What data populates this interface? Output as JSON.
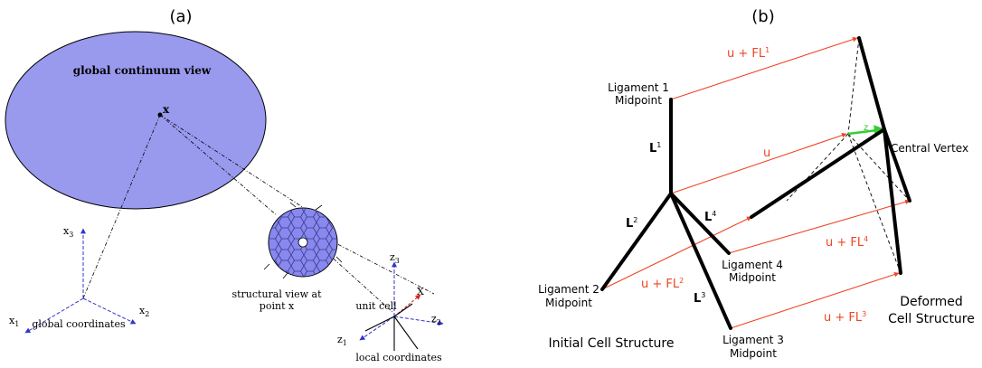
{
  "panel_a": {
    "label": "(a)",
    "continuum_label": "global continuum view",
    "point_label": "x",
    "axes_global": {
      "x1": "x",
      "x1_sub": "1",
      "x2": "x",
      "x2_sub": "2",
      "x3": "x",
      "x3_sub": "3"
    },
    "global_coords_label": "global coordinates",
    "structural_view_line1": "structural view at",
    "structural_view_line2": "point x",
    "unit_cell_label": "unit cell",
    "axes_local": {
      "X": "X",
      "z1": "z",
      "z1_sub": "1",
      "z2": "z",
      "z2_sub": "2",
      "z3": "z",
      "z3_sub": "3"
    },
    "local_coords_label": "local coordinates",
    "colors": {
      "ellipse": "#9999ee",
      "axis": "#3333cc",
      "accent": "#dd2222"
    }
  },
  "panel_b": {
    "label": "(b)",
    "lig1_line1": "Ligament 1",
    "lig1_line2": "Midpoint",
    "lig2_line1": "Ligament 2",
    "lig2_line2": "Midpoint",
    "lig3_line1": "Ligament 3",
    "lig3_line2": "Midpoint",
    "lig4_line1": "Ligament 4",
    "lig4_line2": "Midpoint",
    "L1": "L",
    "L1_sup": "1",
    "L2": "L",
    "L2_sup": "2",
    "L3": "L",
    "L3_sup": "3",
    "L4": "L",
    "L4_sup": "4",
    "u": "u",
    "uFL1": "u + FL",
    "uFL1_sup": "1",
    "uFL2": "u + FL",
    "uFL2_sup": "2",
    "uFL3": "u + FL",
    "uFL3_sup": "3",
    "uFL4": "u + FL",
    "uFL4_sup": "4",
    "z": "z",
    "central_vertex": "Central Vertex",
    "deformed_line1": "Deformed",
    "deformed_line2": "Cell Structure",
    "initial": "Initial Cell Structure",
    "colors": {
      "arrow": "#ee4422",
      "z_arrow": "#33cc33",
      "structure": "#000000"
    }
  }
}
